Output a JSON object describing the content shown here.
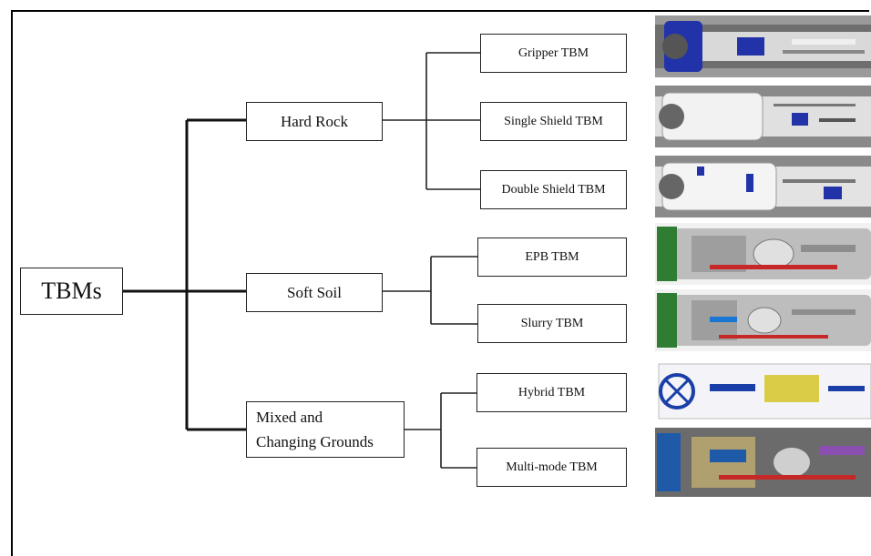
{
  "root": {
    "label": "TBMs"
  },
  "categories": [
    {
      "label": "Hard Rock",
      "children": [
        "Gripper TBM",
        "Single Shield TBM",
        "Double Shield TBM"
      ]
    },
    {
      "label": "Soft Soil",
      "children": [
        "EPB TBM",
        "Slurry TBM"
      ]
    },
    {
      "label_lines": [
        "Mixed and",
        "Changing Grounds"
      ],
      "children": [
        "Hybrid TBM",
        "Multi-mode TBM"
      ]
    }
  ],
  "images": [
    {
      "icon": "gripper-tbm-illustration",
      "palette": [
        "#6e6e6e",
        "#2233aa",
        "#d9d9d9"
      ]
    },
    {
      "icon": "single-shield-tbm-illustration",
      "palette": [
        "#8a8a8a",
        "#e0e0e0",
        "#2233aa"
      ]
    },
    {
      "icon": "double-shield-tbm-illustration",
      "palette": [
        "#8a8a8a",
        "#e3e3e3",
        "#2233aa"
      ]
    },
    {
      "icon": "epb-tbm-illustration",
      "palette": [
        "#2e7d32",
        "#bdbdbd",
        "#c62828"
      ]
    },
    {
      "icon": "slurry-tbm-illustration",
      "palette": [
        "#2e7d32",
        "#bdbdbd",
        "#1976d2"
      ]
    },
    {
      "icon": "hybrid-tbm-illustration",
      "palette": [
        "#ffffff",
        "#1a3fa8",
        "#d4c21a"
      ]
    },
    {
      "icon": "multi-mode-tbm-illustration",
      "palette": [
        "#1e5aa8",
        "#6b6b6b",
        "#c62828"
      ]
    }
  ]
}
